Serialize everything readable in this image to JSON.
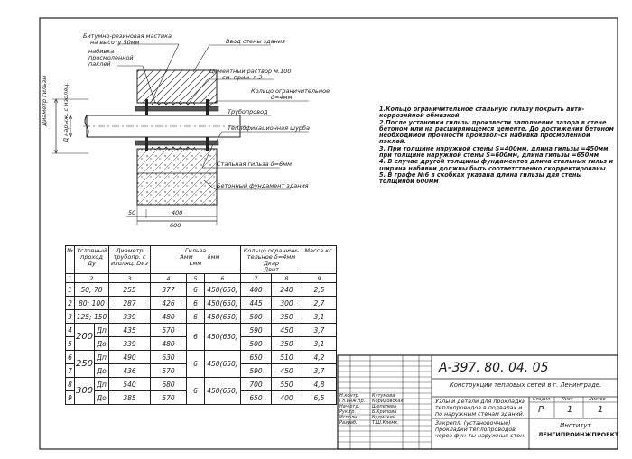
{
  "drawing_labels": {
    "bitumen": "Битумно-резиновая мастика",
    "bitumen_dim": "на высоту 50мм",
    "seal": "набивка просмоленной паклей",
    "wall": "Ввод стены здания",
    "cement": "Цементный раствор м.100",
    "cement_thickness": "см. прим. п.2",
    "ring": "Кольцо ограничительное",
    "ring_dim": "δ=4мм",
    "pipe": "Трубопровод",
    "heat_pipe": "Теплофикационная шурба",
    "sleeve": "Стальная гильза δ=6мм",
    "foundation": "Бетонный фундамент здания",
    "sleeve_diameter_label": "Диаметр гильзы",
    "pipe_diameter_label": "Д нарыж. с изоляц.",
    "dim_400": "400",
    "dim_600": "600",
    "dim_50": "50"
  },
  "notes": [
    "1.Кольцо ограничительное стальную гильзу покрыть анти-коррозийной обмазкой",
    "2.После установки гильзы произвести заполнение зазора в стене бетоном или на расширяющемся цементе. До достижения бетоном необходимой прочности произвол-ся набивка просмоленной паклей.",
    "3. При толщине наружной стены S=400мм, длина гильзы =450мм, при толщине наружной стены S=600мм, длина гильзы =650мм",
    "4. В случае другой толщины фундаментов длина стальных гильз и ширина набивки должны быть соответственно скорректированы",
    "5. В графе №6 в скобках указана длина гильзы для стены толщиной 600мм"
  ],
  "table": {
    "headers": {
      "num": "№",
      "dn": "Условный проход",
      "dn_sym": "Ду",
      "pipe_d": "Диаметр трубопр. с изоляц. Dиз",
      "sleeve": "Гильза",
      "a": "Aмм",
      "delta": "δмм",
      "l": "Lмм",
      "ring": "Кольцо ограничи-тельное δ=4мм",
      "dnar": "Дкар",
      "dvnt": "Двнт",
      "mass": "Масса кг."
    },
    "index_row": [
      "1",
      "2",
      "3",
      "4",
      "5",
      "6",
      "7",
      "8",
      "9"
    ],
    "rows": [
      {
        "n": "1",
        "dn": "50; 70",
        "sub": "",
        "d": "255",
        "a": "377",
        "dlt": "6",
        "l": "450(650)",
        "dnar": "400",
        "dvnt": "240",
        "m": "2,5"
      },
      {
        "n": "2",
        "dn": "80; 100",
        "sub": "",
        "d": "287",
        "a": "426",
        "dlt": "6",
        "l": "450(650)",
        "dnar": "445",
        "dvnt": "300",
        "m": "2,7"
      },
      {
        "n": "3",
        "dn": "125; 150",
        "sub": "",
        "d": "339",
        "a": "480",
        "dlt": "6",
        "l": "450(650)",
        "dnar": "500",
        "dvnt": "350",
        "m": "3,1"
      },
      {
        "n": "4",
        "dn": "200",
        "sub": "Дп",
        "d": "435",
        "a": "570",
        "dlt": "6",
        "l": "450(650)",
        "dnar": "590",
        "dvnt": "450",
        "m": "3,7"
      },
      {
        "n": "5",
        "dn": "",
        "sub": "Дo",
        "d": "339",
        "a": "480",
        "dlt": "",
        "l": "",
        "dnar": "500",
        "dvnt": "350",
        "m": "3,1"
      },
      {
        "n": "6",
        "dn": "250",
        "sub": "Дп",
        "d": "490",
        "a": "630",
        "dlt": "6",
        "l": "450(650)",
        "dnar": "650",
        "dvnt": "510",
        "m": "4,2"
      },
      {
        "n": "7",
        "dn": "",
        "sub": "Дo",
        "d": "436",
        "a": "570",
        "dlt": "",
        "l": "",
        "dnar": "590",
        "dvnt": "450",
        "m": "3,7"
      },
      {
        "n": "8",
        "dn": "300",
        "sub": "Дп",
        "d": "540",
        "a": "680",
        "dlt": "6",
        "l": "450(650)",
        "dnar": "700",
        "dvnt": "550",
        "m": "4,8"
      },
      {
        "n": "9",
        "dn": "",
        "sub": "Дo",
        "d": "385",
        "a": "570",
        "dlt": "",
        "l": "",
        "dnar": "650",
        "dvnt": "400",
        "m": "6,5"
      }
    ]
  },
  "title_block": {
    "code": "А-397. 80. 04. 05",
    "series": "Конструкции тепловых сетей в г. Ленинграде.",
    "sheet_title": "Узлы и детали для прокладки теплопроводов в подвалах и по наружным стенам зданий.",
    "item_title": "Закрепл. (установочные) прокладки теплопроводов через фун-ты наружных стен.",
    "stage_label": "Стадия",
    "sheet_label": "Лист",
    "sheets_label": "Листов",
    "stage": "Р",
    "sheet": "1",
    "sheets": "1",
    "org_label": "Институт",
    "org": "ЛЕНГИПРОИНЖПРОЕКТ",
    "signatures": [
      {
        "role": "Н.контр.",
        "name": "Кутумова"
      },
      {
        "role": "Гл.инж.пр.",
        "name": "Коридовская"
      },
      {
        "role": "Нач.отд.",
        "name": "Шепелева"
      },
      {
        "role": "Рук.гр.",
        "name": "Б.Хрипова"
      },
      {
        "role": "Исполн.",
        "name": "Будицкий"
      },
      {
        "role": "Разраб.",
        "name": "Т.Ш.Клемх."
      }
    ]
  }
}
